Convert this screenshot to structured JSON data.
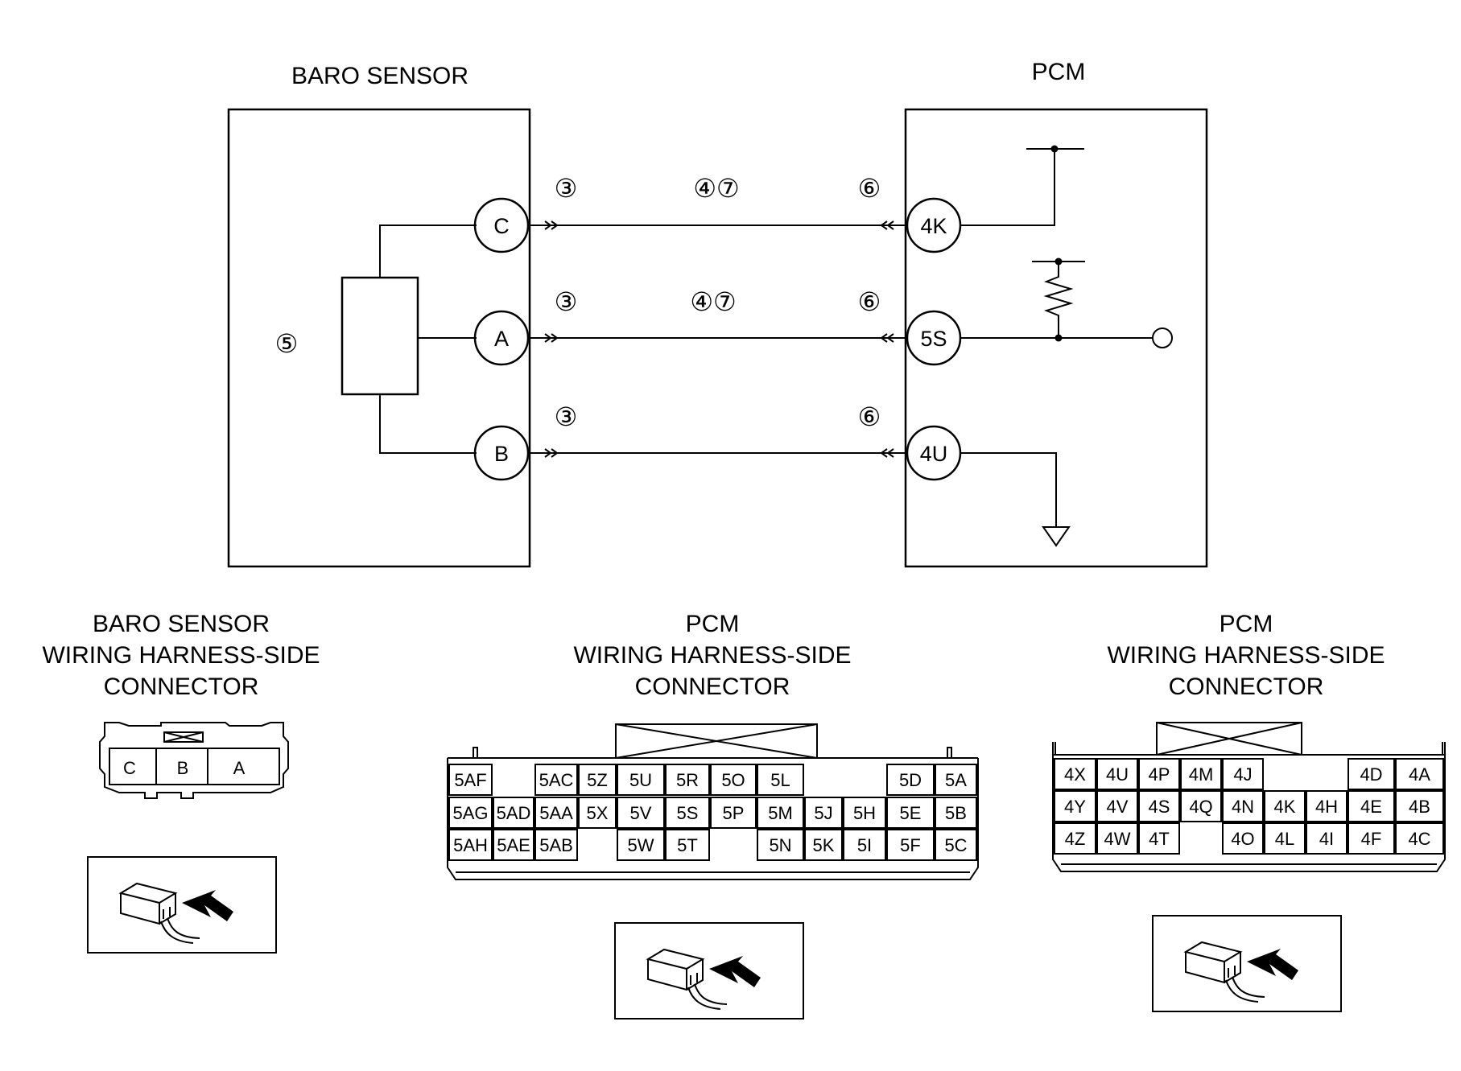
{
  "diagram": {
    "sensor_title": "BARO SENSOR",
    "pcm_title": "PCM",
    "sensor_box_marker": "⑤",
    "wires": [
      {
        "sensor_pin": "C",
        "pcm_pin": "4K",
        "markers": {
          "left": "③",
          "mid": "④⑦",
          "right": "⑥"
        }
      },
      {
        "sensor_pin": "A",
        "pcm_pin": "5S",
        "markers": {
          "left": "③",
          "mid": "④⑦",
          "right": "⑥"
        }
      },
      {
        "sensor_pin": "B",
        "pcm_pin": "4U",
        "markers": {
          "left": "③",
          "mid": "",
          "right": "⑥"
        }
      }
    ]
  },
  "connectors": {
    "baro": {
      "title": [
        "BARO SENSOR",
        "WIRING HARNESS-SIDE",
        "CONNECTOR"
      ],
      "pins": [
        "C",
        "B",
        "A"
      ]
    },
    "pcm5": {
      "title": [
        "PCM",
        "WIRING HARNESS-SIDE",
        "CONNECTOR"
      ],
      "rows": [
        [
          "5AF",
          "",
          "5AC",
          "5Z",
          "5U",
          "5R",
          "5O",
          "5L",
          "",
          "",
          "5D",
          "5A"
        ],
        [
          "5AG",
          "5AD",
          "5AA",
          "5X",
          "5V",
          "5S",
          "5P",
          "5M",
          "5J",
          "5H",
          "5E",
          "5B"
        ],
        [
          "5AH",
          "5AE",
          "5AB",
          "",
          "5W",
          "5T",
          "",
          "5N",
          "5K",
          "5I",
          "5F",
          "5C"
        ]
      ]
    },
    "pcm4": {
      "title": [
        "PCM",
        "WIRING HARNESS-SIDE",
        "CONNECTOR"
      ],
      "rows": [
        [
          "4X",
          "4U",
          "4P",
          "4M",
          "4J",
          "",
          "",
          "4D",
          "4A"
        ],
        [
          "4Y",
          "4V",
          "4S",
          "4Q",
          "4N",
          "4K",
          "4H",
          "4E",
          "4B"
        ],
        [
          "4Z",
          "4W",
          "4T",
          "",
          "4O",
          "4L",
          "4I",
          "4F",
          "4C"
        ]
      ]
    }
  }
}
